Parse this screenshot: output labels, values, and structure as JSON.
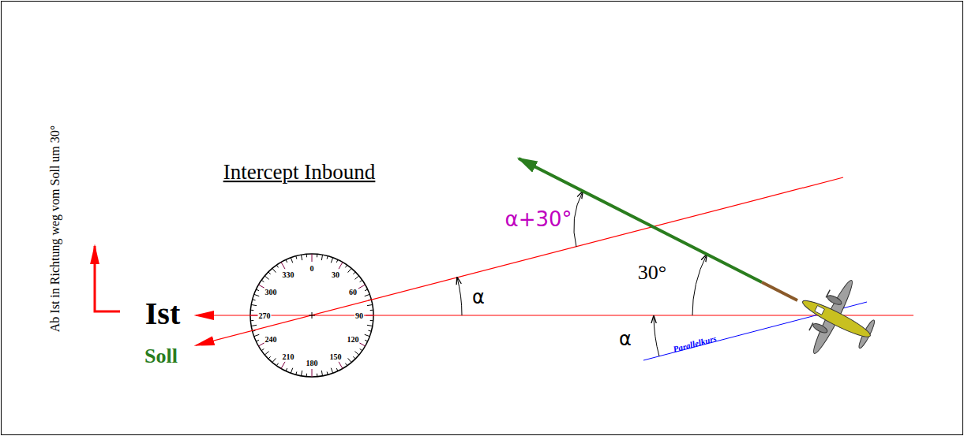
{
  "diagram": {
    "title": "Intercept Inbound",
    "labels": [
      "Ab Ist in Richtung weg vom Soll um 30°",
      "Ist",
      "Soll",
      "α+30°",
      "α",
      "30°",
      "α",
      "Parallelkurs",
      "330",
      "0",
      "30",
      "300",
      "60",
      "270",
      "90",
      "240",
      "120",
      "210",
      "180",
      "150"
    ]
  }
}
